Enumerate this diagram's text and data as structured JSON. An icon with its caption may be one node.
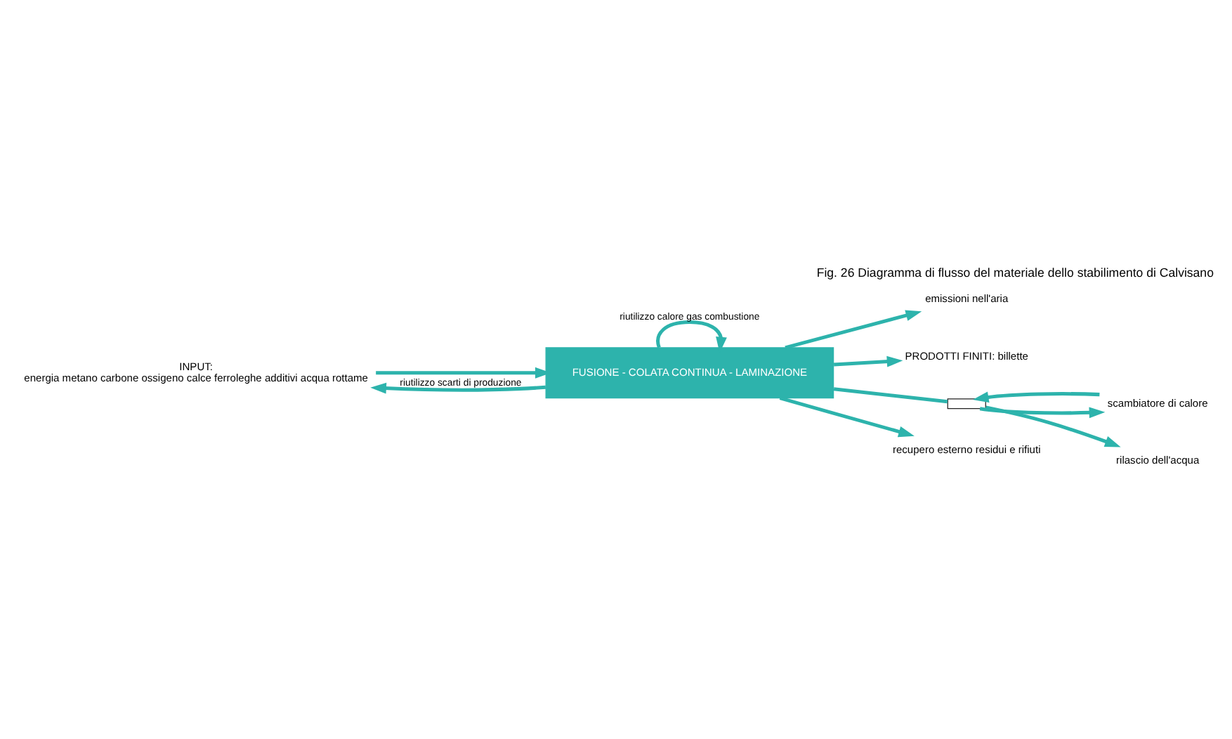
{
  "diagram": {
    "title": "Fig. 26 Diagramma di flusso del materiale dello stabilimento di Calvisano",
    "nodes": [
      {
        "text": [
          "INPUT:",
          "energia metano carbone ossigeno calce ferroleghe additivi acqua rottame"
        ]
      },
      {
        "text": [
          "FUSIONE - COLATA CONTINUA - LAMINAZIONE"
        ]
      },
      {
        "text": [
          "emissioni nell'aria"
        ]
      },
      {
        "text": [
          "PRODOTTI FINITI: billette"
        ]
      },
      {
        "text": [
          "scambiatore di calore"
        ]
      },
      {
        "text": [],
        "shape": "box"
      },
      {
        "text": [
          "rilascio dell'acqua"
        ]
      },
      {
        "text": [
          "recupero esterno residui e rifiuti"
        ]
      }
    ],
    "edges": [
      {
        "from": 0,
        "to": 1,
        "arrow": "to"
      },
      {
        "from": 1,
        "to": 2,
        "arrow": "to"
      },
      {
        "from": 1,
        "to": 0,
        "arrow": "to",
        "label": "riutilizzo scarti di produzione"
      },
      {
        "from": 1,
        "to": 3,
        "arrow": "to"
      },
      {
        "from": 1,
        "to": 5,
        "arrow": "none"
      },
      {
        "from": 5,
        "to": 6,
        "arrow": "to"
      },
      {
        "from": 5,
        "to": 4,
        "arrow": "to"
      },
      {
        "from": 4,
        "to": 5,
        "arrow": "to"
      },
      {
        "from": 1,
        "to": 1,
        "arrow": "to",
        "label": "riutilizzo calore gas combustione"
      },
      {
        "from": 1,
        "to": 7,
        "arrow": "to"
      }
    ]
  }
}
